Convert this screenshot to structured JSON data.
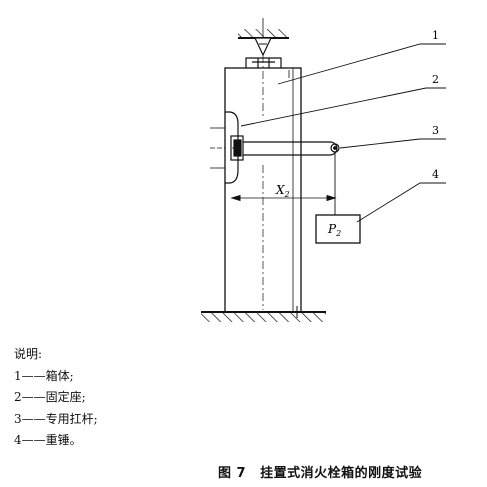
{
  "callouts": [
    "1",
    "2",
    "3",
    "4"
  ],
  "dimension_label": "X",
  "dimension_sub": "2",
  "weight_label": "P",
  "weight_sub": "2",
  "legend": {
    "title": "说明:",
    "items": [
      {
        "num": "1",
        "dash": "——",
        "text": "箱体;"
      },
      {
        "num": "2",
        "dash": "——",
        "text": "固定座;"
      },
      {
        "num": "3",
        "dash": "——",
        "text": "专用扛杆;"
      },
      {
        "num": "4",
        "dash": "——",
        "text": "重锤。"
      }
    ]
  },
  "caption": {
    "number": "图 7",
    "title": "挂置式消火栓箱的刚度试验"
  }
}
